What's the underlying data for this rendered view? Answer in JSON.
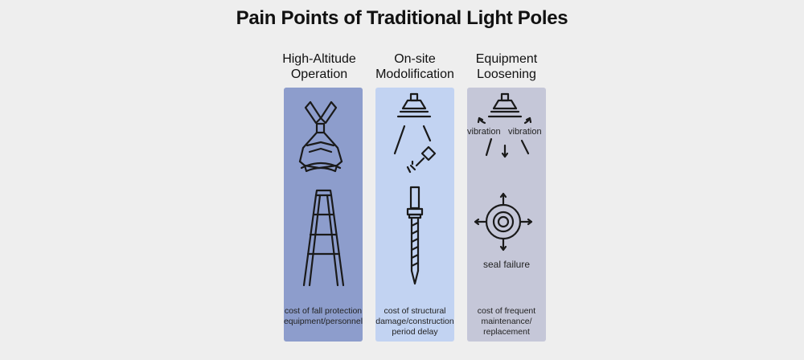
{
  "title": "Pain Points of Traditional Light Poles",
  "columns": [
    {
      "heading_line1": "High-Altitude",
      "heading_line2": "Operation",
      "icons": [
        "safety-harness-icon",
        "ladder-icon"
      ],
      "caption_line1": "cost of fall protection",
      "caption_line2": "equipment/personnel",
      "color": "#8d9dcc"
    },
    {
      "heading_line1": "On-site",
      "heading_line2": "Modolification",
      "icons": [
        "lamp-icon",
        "drill-icon",
        "pole-icon"
      ],
      "caption_line1": "cost of structural",
      "caption_line2": "damage/construction",
      "caption_line3": "period delay",
      "color": "#c2d3f2"
    },
    {
      "heading_line1": "Equipment",
      "heading_line2": "Loosening",
      "icons": [
        "vibrating-lamp-icon",
        "seal-icon"
      ],
      "vibration_left": "vibration",
      "vibration_right": "vibration",
      "seal_label": "seal failure",
      "caption_line1": "cost of frequent",
      "caption_line2": "maintenance/",
      "caption_line3": "replacement",
      "color": "#c5c7d8"
    }
  ]
}
